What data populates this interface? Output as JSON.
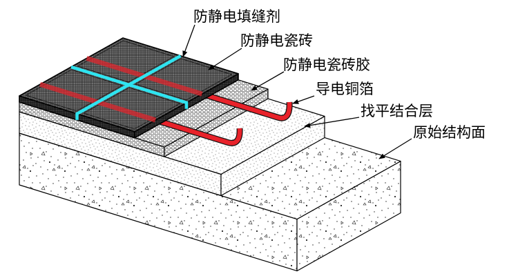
{
  "labels": {
    "joint_filler": "防静电填缝剂",
    "tile": "防静电瓷砖",
    "tile_adhesive": "防静电瓷砖胶",
    "copper_foil": "导电铜箔",
    "leveling_layer": "找平结合层",
    "base_structure": "原始结构面"
  },
  "colors": {
    "joint_filler": "#2ee4f0",
    "copper_foil": "#e8222a",
    "outline": "#000000"
  }
}
